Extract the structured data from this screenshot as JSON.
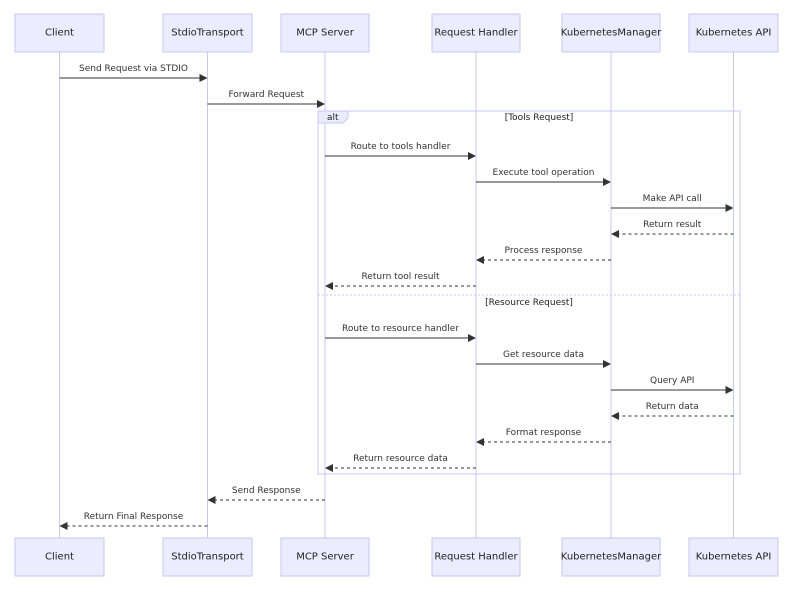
{
  "participants": [
    {
      "id": "client",
      "label": "Client"
    },
    {
      "id": "transport",
      "label": "StdioTransport"
    },
    {
      "id": "server",
      "label": "MCP Server"
    },
    {
      "id": "handler",
      "label": "Request Handler"
    },
    {
      "id": "k8smgr",
      "label": "KubernetesManager"
    },
    {
      "id": "k8sapi",
      "label": "Kubernetes API"
    }
  ],
  "alt_frame": {
    "tag": "alt",
    "sections": [
      {
        "condition": "[Tools Request]"
      },
      {
        "condition": "[Resource Request]"
      }
    ]
  },
  "messages": [
    {
      "from": "client",
      "to": "transport",
      "label": "Send Request via STDIO",
      "style": "solid"
    },
    {
      "from": "transport",
      "to": "server",
      "label": "Forward Request",
      "style": "solid"
    },
    {
      "from": "server",
      "to": "handler",
      "label": "Route to tools handler",
      "style": "solid"
    },
    {
      "from": "handler",
      "to": "k8smgr",
      "label": "Execute tool operation",
      "style": "solid"
    },
    {
      "from": "k8smgr",
      "to": "k8sapi",
      "label": "Make API call",
      "style": "solid"
    },
    {
      "from": "k8sapi",
      "to": "k8smgr",
      "label": "Return result",
      "style": "dashed"
    },
    {
      "from": "k8smgr",
      "to": "handler",
      "label": "Process response",
      "style": "dashed"
    },
    {
      "from": "handler",
      "to": "server",
      "label": "Return tool result",
      "style": "dashed"
    },
    {
      "from": "server",
      "to": "handler",
      "label": "Route to resource handler",
      "style": "solid"
    },
    {
      "from": "handler",
      "to": "k8smgr",
      "label": "Get resource data",
      "style": "solid"
    },
    {
      "from": "k8smgr",
      "to": "k8sapi",
      "label": "Query API",
      "style": "solid"
    },
    {
      "from": "k8sapi",
      "to": "k8smgr",
      "label": "Return data",
      "style": "dashed"
    },
    {
      "from": "k8smgr",
      "to": "handler",
      "label": "Format response",
      "style": "dashed"
    },
    {
      "from": "handler",
      "to": "server",
      "label": "Return resource data",
      "style": "dashed"
    },
    {
      "from": "server",
      "to": "transport",
      "label": "Send Response",
      "style": "dashed"
    },
    {
      "from": "transport",
      "to": "client",
      "label": "Return Final Response",
      "style": "dashed"
    }
  ]
}
